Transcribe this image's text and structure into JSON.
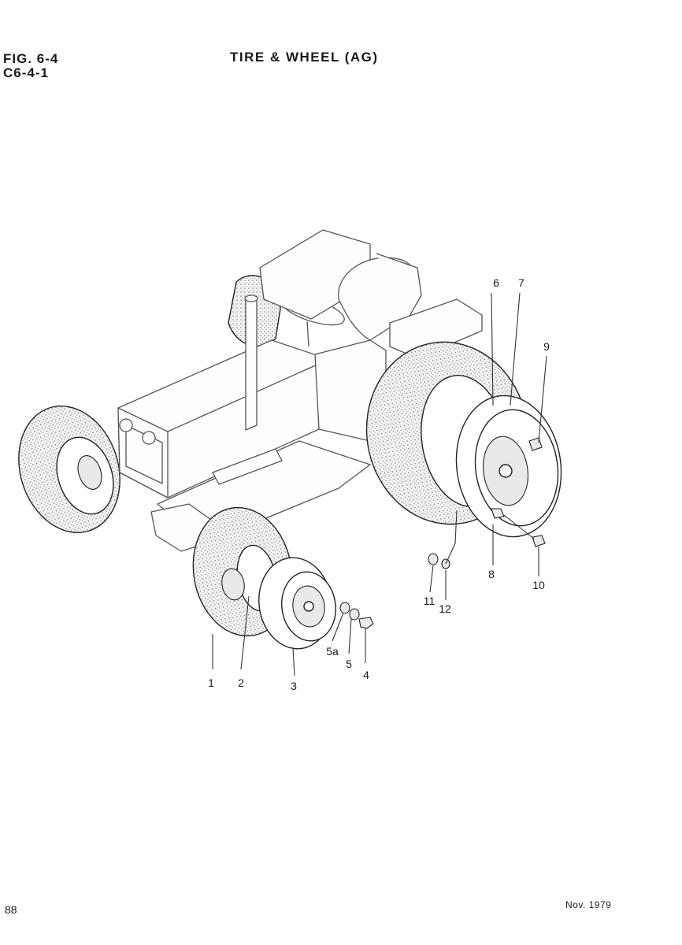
{
  "header": {
    "figure_label": "FIG. 6-4",
    "figure_code": "C6-4-1",
    "title": "TIRE & WHEEL (AG)"
  },
  "footer": {
    "page_number": "88",
    "date": "Nov. 1979"
  },
  "callouts": {
    "c1": "1",
    "c2": "2",
    "c3": "3",
    "c4": "4",
    "c5": "5",
    "c5a": "5a",
    "c6": "6",
    "c7": "7",
    "c8": "8",
    "c9": "9",
    "c10": "10",
    "c11": "11",
    "c12": "12"
  }
}
